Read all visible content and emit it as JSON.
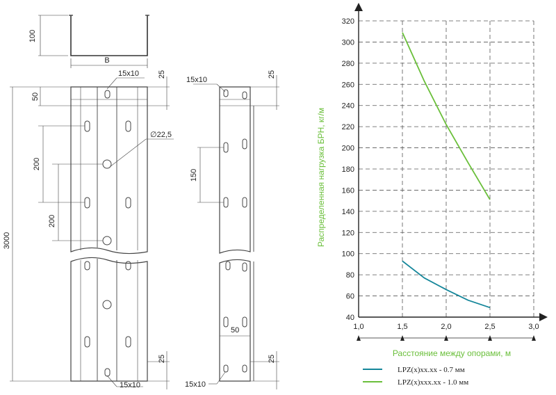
{
  "drawing": {
    "profile_height": "100",
    "profile_width": "B",
    "slot_front": "15x10",
    "top_offset_front": "25",
    "top_band": "50",
    "hole_diameter": "∅22,5",
    "pitch_a": "200",
    "pitch_b": "200",
    "length": "3000",
    "slot_bottom_front": "15x10",
    "bottom_offset_front": "25",
    "slot_side": "15x10",
    "top_offset_side": "25",
    "pitch_side": "150",
    "side_spacing": "50",
    "slot_bottom_side": "15x10",
    "bottom_offset_side": "25"
  },
  "chart_data": {
    "type": "line",
    "xlabel": "Расстояние между опорами, м",
    "ylabel": "Распределенная нагрузка БРН, кг/м",
    "xlim": [
      1.0,
      3.0
    ],
    "ylim": [
      40,
      320
    ],
    "x_ticks": [
      "1,0",
      "1,5",
      "2,0",
      "2,5",
      "3,0"
    ],
    "y_ticks": [
      "40",
      "60",
      "80",
      "100",
      "120",
      "140",
      "160",
      "180",
      "200",
      "220",
      "240",
      "260",
      "280",
      "300",
      "320"
    ],
    "grid": "dashed",
    "legend_position": "bottom-left",
    "series": [
      {
        "name": "LPZ(x)xx.xx - 0.7 мм",
        "color": "#14869a",
        "x": [
          1.5,
          1.75,
          2.0,
          2.25,
          2.5
        ],
        "y": [
          93,
          77,
          66,
          56,
          49
        ]
      },
      {
        "name": "LPZ(x)xxx.xx - 1.0 мм",
        "color": "#6abf3a",
        "x": [
          1.5,
          1.75,
          2.0,
          2.25,
          2.5
        ],
        "y": [
          309,
          263,
          222,
          186,
          151
        ]
      }
    ]
  }
}
